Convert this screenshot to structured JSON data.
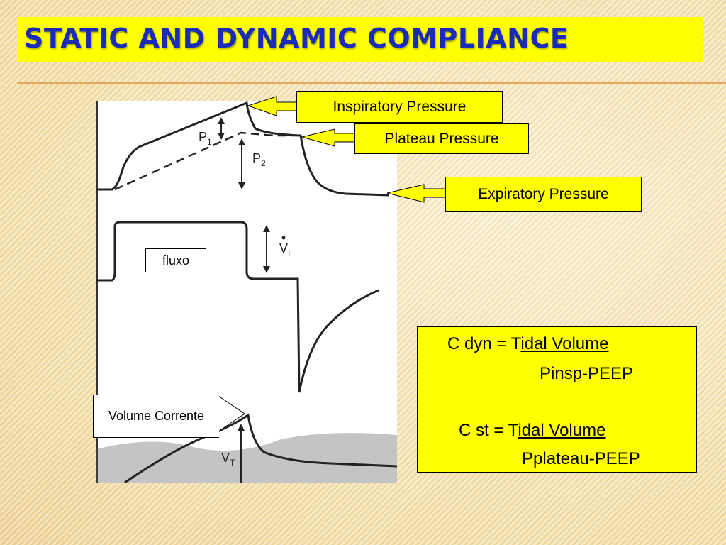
{
  "slide": {
    "title": "STATIC AND DYNAMIC COMPLIANCE"
  },
  "figure": {
    "labels": {
      "p1": "P",
      "p1_sub": "1",
      "p2": "P",
      "p2_sub": "2",
      "vi": "V",
      "vi_sub": "I",
      "vt": "V",
      "vt_sub": "T"
    }
  },
  "callouts": {
    "inspiratory": "Inspiratory Pressure",
    "plateau": "Plateau Pressure",
    "expiratory": "Expiratory Pressure",
    "fluxo": "fluxo",
    "volume": "Volume Corrente"
  },
  "formulas": {
    "cdyn_prefix": "C dyn =  T",
    "cdyn_underlined": "idal Volume",
    "cdyn_denominator": "Pinsp-PEEP",
    "cst_prefix": "C st = T",
    "cst_underlined": "idal Volume",
    "cst_denominator": "Pplateau-PEEP"
  },
  "colors": {
    "title": "#1a2bb8",
    "highlight": "#ffff00",
    "divider": "#e8a85c"
  }
}
